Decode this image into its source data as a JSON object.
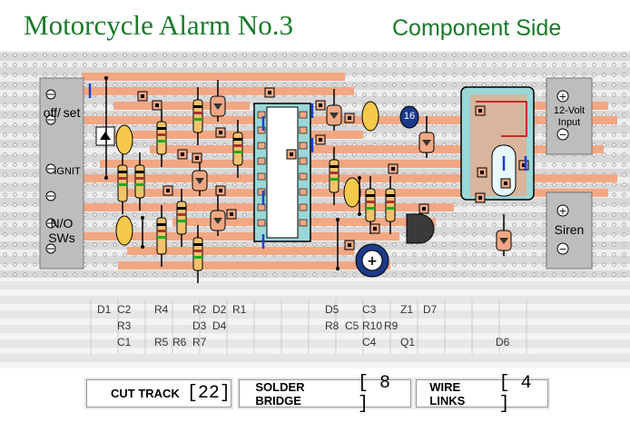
{
  "header": {
    "title": "Motorcycle Alarm No.3",
    "subtitle": "Component Side"
  },
  "terminals": {
    "off_set": "off/ set",
    "ignit": "IGNIT",
    "no_sws_1": "N/O",
    "no_sws_2": "SWs",
    "input_1": "12-Volt",
    "input_2": "Input",
    "siren": "Siren"
  },
  "ic_label": "16",
  "component_labels": [
    {
      "text": "D1"
    },
    {
      "text": "C2"
    },
    {
      "text": "R3"
    },
    {
      "text": "C1"
    },
    {
      "text": "R4"
    },
    {
      "text": "R5"
    },
    {
      "text": "R6"
    },
    {
      "text": "R2"
    },
    {
      "text": "D3"
    },
    {
      "text": "R7"
    },
    {
      "text": "D2"
    },
    {
      "text": "D4"
    },
    {
      "text": "R1"
    },
    {
      "text": "D5"
    },
    {
      "text": "R8"
    },
    {
      "text": "C5"
    },
    {
      "text": "C3"
    },
    {
      "text": "R10"
    },
    {
      "text": "C4"
    },
    {
      "text": "R9"
    },
    {
      "text": "Z1"
    },
    {
      "text": "Q1"
    },
    {
      "text": "D7"
    },
    {
      "text": "D6"
    }
  ],
  "legend": {
    "cut_track_label": "CUT TRACK",
    "cut_track_count": "[22]",
    "solder_bridge_label": "SOLDER BRIDGE",
    "solder_bridge_count": "[ 8 ]",
    "wire_links_label": "WIRE LINKS",
    "wire_links_count": "[ 4 ]"
  },
  "colors": {
    "track": "#f2a783",
    "board": "#d8d8d8",
    "title": "#1a7a2a",
    "bridge": "#1a3fd6"
  }
}
